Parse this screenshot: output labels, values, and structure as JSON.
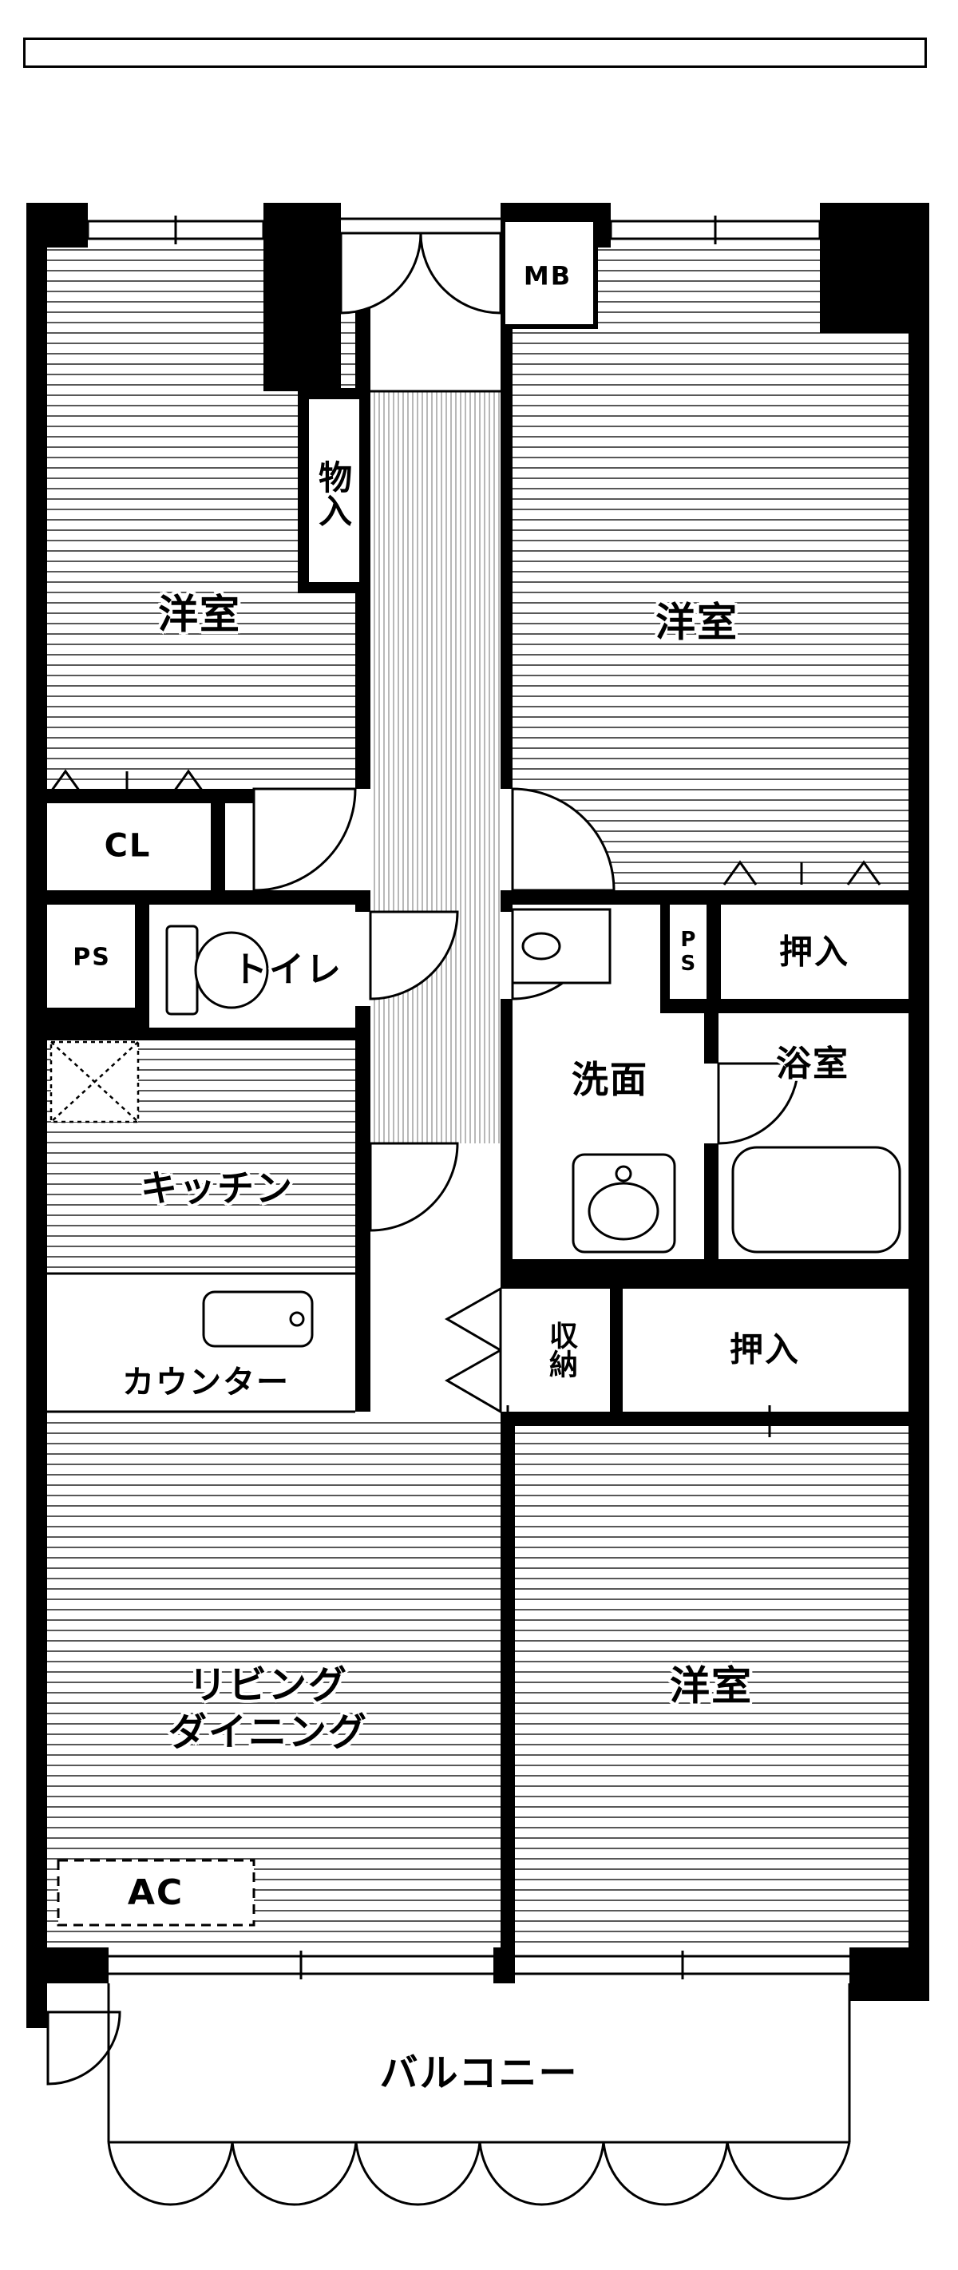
{
  "header": {
    "note": ""
  },
  "colors": {
    "wall": "#000000",
    "floor_hatch": "#2e2e2e",
    "hall_hatch": "#9a9a9a",
    "background": "#ffffff"
  },
  "labels": {
    "bedroom_nw": "洋室",
    "bedroom_ne": "洋室",
    "bedroom_s": "洋室",
    "living_line1": "リビング",
    "living_line2": "ダイニング",
    "kitchen": "キッチン",
    "counter": "カウンター",
    "toilet": "トイレ",
    "washroom": "洗面",
    "bathroom": "浴室",
    "balcony": "バルコニー",
    "closet": "CL",
    "ps_left": "PS",
    "ps_right": "PS",
    "storage_hall": "物入",
    "storage_living": "収納",
    "oshiire_upper": "押入",
    "oshiire_lower": "押入",
    "meter_box": "MB",
    "air_con": "AC"
  }
}
